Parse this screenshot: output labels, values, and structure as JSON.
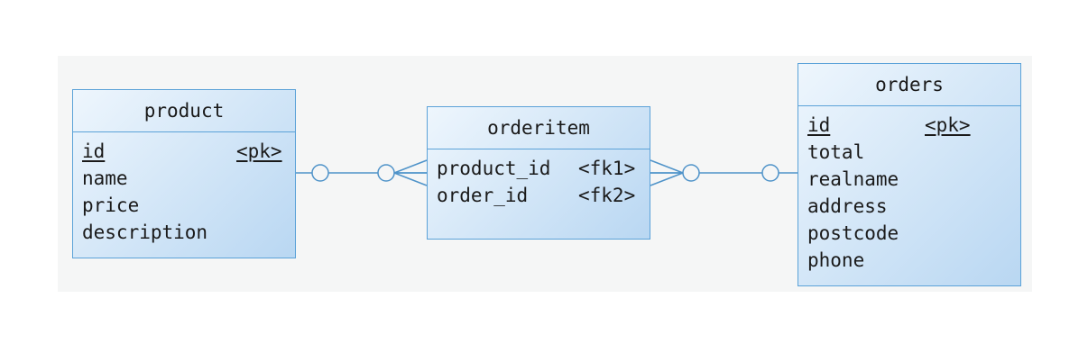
{
  "entities": {
    "product": {
      "title": "product",
      "attributes": [
        {
          "name": "id",
          "key": "<pk>",
          "underline": true
        },
        {
          "name": "name",
          "key": ""
        },
        {
          "name": "price",
          "key": ""
        },
        {
          "name": "description",
          "key": ""
        }
      ]
    },
    "orderitem": {
      "title": "orderitem",
      "attributes": [
        {
          "name": "product_id",
          "key": "<fk1>"
        },
        {
          "name": "order_id",
          "key": "<fk2>"
        }
      ]
    },
    "orders": {
      "title": "orders",
      "attributes": [
        {
          "name": "id",
          "key": "<pk>",
          "underline": true
        },
        {
          "name": "total",
          "key": ""
        },
        {
          "name": "realname",
          "key": ""
        },
        {
          "name": "address",
          "key": ""
        },
        {
          "name": "postcode",
          "key": ""
        },
        {
          "name": "phone",
          "key": ""
        }
      ]
    }
  },
  "colors": {
    "border": "#5ba2d8",
    "line": "#4f93c9",
    "background": "#f5f6f6"
  }
}
